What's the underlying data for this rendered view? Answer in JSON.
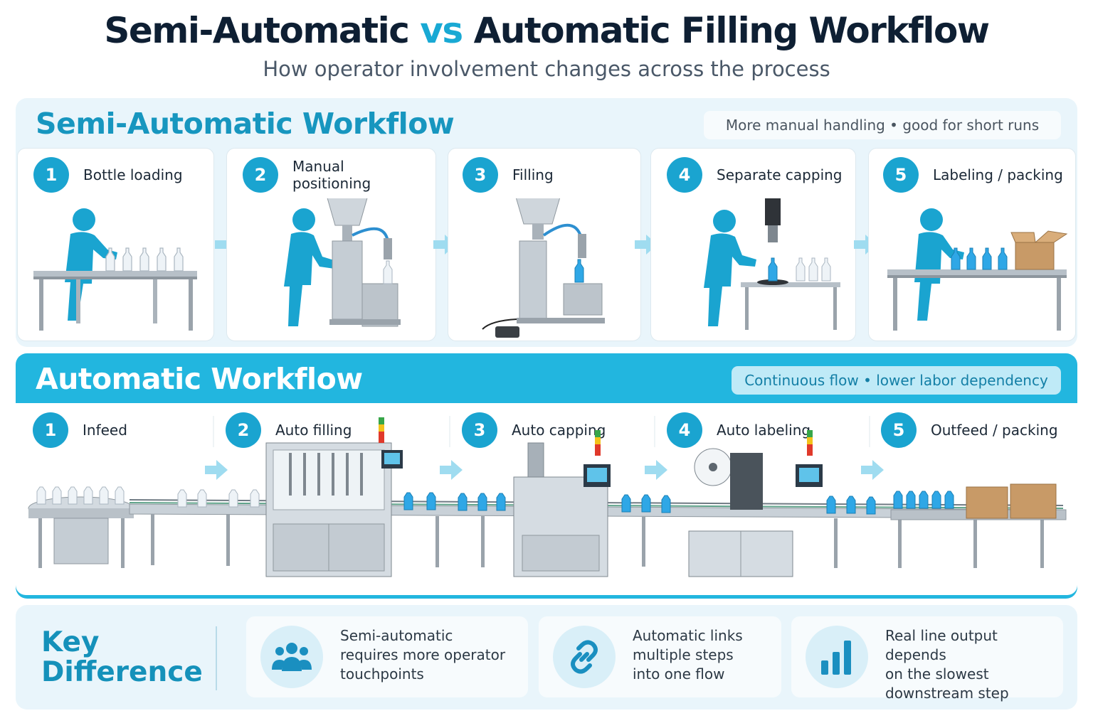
{
  "header": {
    "title_part1": "Semi-Automatic",
    "title_vs": "vs",
    "title_part2": "Automatic Filling Workflow",
    "subtitle": "How operator involvement changes across the process"
  },
  "semi": {
    "title": "Semi-Automatic Workflow",
    "tagline": "More manual handling • good for short runs",
    "steps": [
      {
        "num": "1",
        "label": "Bottle loading"
      },
      {
        "num": "2",
        "label_line1": "Manual",
        "label_line2": "positioning"
      },
      {
        "num": "3",
        "label": "Filling"
      },
      {
        "num": "4",
        "label": "Separate capping"
      },
      {
        "num": "5",
        "label": "Labeling / packing"
      }
    ]
  },
  "auto": {
    "title": "Automatic Workflow",
    "tagline": "Continuous flow • lower labor dependency",
    "steps": [
      {
        "num": "1",
        "label": "Infeed"
      },
      {
        "num": "2",
        "label": "Auto filling"
      },
      {
        "num": "3",
        "label": "Auto capping"
      },
      {
        "num": "4",
        "label": "Auto labeling"
      },
      {
        "num": "5",
        "label": "Outfeed / packing"
      }
    ]
  },
  "key": {
    "title_line1": "Key",
    "title_line2": "Difference",
    "cards": [
      {
        "icon": "people-icon",
        "line1": "Semi-automatic",
        "line2": "requires more operator",
        "line3": "touchpoints"
      },
      {
        "icon": "link-icon",
        "line1": "Automatic links",
        "line2": "multiple steps",
        "line3": "into one flow"
      },
      {
        "icon": "bar-chart-icon",
        "line1": "Real line output depends",
        "line2": "on the slowest",
        "line3": "downstream step"
      }
    ]
  },
  "colors": {
    "accent": "#1aa4d0",
    "semi_band": "#e9f5fb",
    "auto_band": "#22b6df",
    "figure": "#1aa4d0",
    "steel": "#c5cdd4",
    "title_dark": "#0e1f33"
  }
}
